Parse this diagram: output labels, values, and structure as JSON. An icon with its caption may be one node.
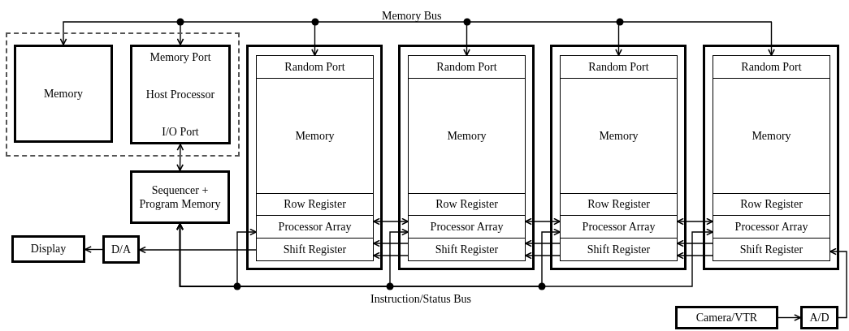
{
  "diagram": {
    "nodes": [
      {
        "text": [],
        "shape": "box"
      },
      {
        "text": [
          "Memory"
        ],
        "in": 0
      },
      {
        "text": [
          "Memory Port",
          "Host Processor",
          "I/O Port"
        ],
        "in": 0
      },
      {
        "text": [
          "Sequencer + Program Memory"
        ]
      },
      {
        "text": [
          "Display"
        ]
      },
      {
        "text": [
          "D/A"
        ]
      },
      {
        "text": [],
        "shape": "box"
      },
      {
        "text": [
          "Random Port"
        ],
        "in": 6
      },
      {
        "text": [
          "Memory"
        ],
        "in": 6
      },
      {
        "text": [
          "Row Register"
        ],
        "in": 6
      },
      {
        "text": [
          "Processor Array"
        ],
        "in": 6
      },
      {
        "text": [
          "Shift Register"
        ],
        "in": 6
      },
      {
        "text": [],
        "shape": "box"
      },
      {
        "text": [
          "Random Port"
        ],
        "in": 12
      },
      {
        "text": [
          "Memory"
        ],
        "in": 12
      },
      {
        "text": [
          "Row Register"
        ],
        "in": 12
      },
      {
        "text": [
          "Processor Array"
        ],
        "in": 12
      },
      {
        "text": [
          "Shift Register"
        ],
        "in": 12
      },
      {
        "text": [],
        "shape": "box"
      },
      {
        "text": [
          "Random Port"
        ],
        "in": 18
      },
      {
        "text": [
          "Memory"
        ],
        "in": 18
      },
      {
        "text": [
          "Row Register"
        ],
        "in": 18
      },
      {
        "text": [
          "Processor Array"
        ],
        "in": 18
      },
      {
        "text": [
          "Shift Register"
        ],
        "in": 18
      },
      {
        "text": [],
        "shape": "box"
      },
      {
        "text": [
          "Random Port"
        ],
        "in": 24
      },
      {
        "text": [
          "Memory"
        ],
        "in": 24
      },
      {
        "text": [
          "Row Register"
        ],
        "in": 24
      },
      {
        "text": [
          "Processor Array"
        ],
        "in": 24
      },
      {
        "text": [
          "Shift Register"
        ],
        "in": 24
      },
      {
        "text": [
          "Camera/VTR"
        ]
      },
      {
        "text": [
          "A/D"
        ]
      }
    ],
    "edges": [
      {
        "from": null,
        "to": 1,
        "arrow": "to"
      },
      {
        "from": null,
        "to": 2,
        "arrow": "to"
      },
      {
        "from": null,
        "to": 7,
        "arrow": "to"
      },
      {
        "from": null,
        "to": 13,
        "arrow": "to"
      },
      {
        "from": null,
        "to": 19,
        "arrow": "to"
      },
      {
        "from": null,
        "to": 25,
        "arrow": "to"
      },
      {
        "from": 2,
        "to": 3,
        "arrow": "both"
      },
      {
        "from": 3,
        "to": 10,
        "arrow": "both"
      },
      {
        "from": 3,
        "to": 16,
        "arrow": "both"
      },
      {
        "from": 3,
        "to": 22,
        "arrow": "both"
      },
      {
        "from": 3,
        "to": 28,
        "arrow": "both"
      },
      {
        "from": 10,
        "to": 16,
        "arrow": "both"
      },
      {
        "from": 16,
        "to": 22,
        "arrow": "both"
      },
      {
        "from": 22,
        "to": 28,
        "arrow": "both"
      },
      {
        "from": 17,
        "to": 11,
        "arrow": "to"
      },
      {
        "from": 17,
        "to": 11,
        "arrow": "to"
      },
      {
        "from": 23,
        "to": 17,
        "arrow": "to"
      },
      {
        "from": 23,
        "to": 17,
        "arrow": "to"
      },
      {
        "from": 29,
        "to": 23,
        "arrow": "to"
      },
      {
        "from": 29,
        "to": 23,
        "arrow": "to"
      },
      {
        "from": 11,
        "to": 5,
        "arrow": "to"
      },
      {
        "from": 5,
        "to": 4,
        "arrow": "to"
      },
      {
        "from": 30,
        "to": 31,
        "arrow": "to"
      },
      {
        "from": 31,
        "to": 29,
        "arrow": "to"
      }
    ],
    "labels": [
      "Memory Bus",
      "Instruction/Status Bus"
    ]
  }
}
